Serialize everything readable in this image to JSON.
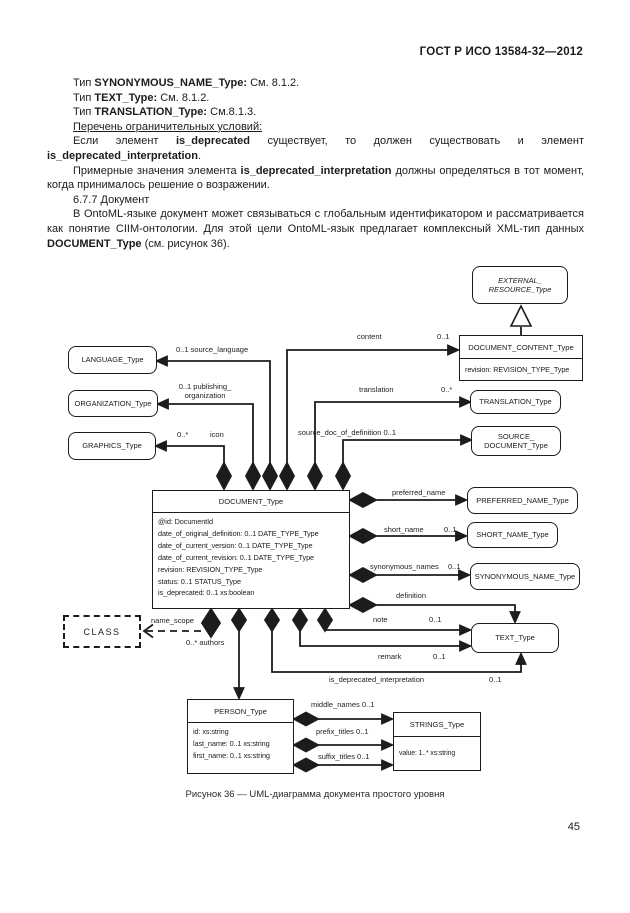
{
  "colors": {
    "ink": "#1c1c1c",
    "paper": "#ffffff"
  },
  "header": "ГОСТ Р ИСО 13584-32—2012",
  "page_number": "45",
  "caption": "Рисунок 36 — UML-диаграмма документа простого уровня",
  "text": {
    "paragraphs": [
      {
        "segs": [
          {
            "t": "Тип "
          },
          {
            "t": "SYNONYMOUS_NAME_Type:",
            "b": true
          },
          {
            "t": " См. 8.1.2."
          }
        ]
      },
      {
        "segs": [
          {
            "t": "Тип "
          },
          {
            "t": "TEXT_Type:",
            "b": true
          },
          {
            "t": " См. 8.1.2."
          }
        ]
      },
      {
        "segs": [
          {
            "t": "Тип "
          },
          {
            "t": "TRANSLATION_Type:",
            "b": true
          },
          {
            "t": " См.8.1.3."
          }
        ]
      },
      {
        "segs": [
          {
            "t": "Перечень ограничительных условий:",
            "u": true
          }
        ]
      },
      {
        "segs": [
          {
            "t": "Если элемент "
          },
          {
            "t": "is_deprecated",
            "b": true
          },
          {
            "t": " существует, то должен существовать и элемент "
          },
          {
            "t": "is_deprecated_interpretation",
            "b": true
          },
          {
            "t": "."
          }
        ]
      },
      {
        "segs": [
          {
            "t": "Примерные значения элемента "
          },
          {
            "t": "is_deprecated_interpretation",
            "b": true
          },
          {
            "t": " должны определяться в тот момент, когда принималось решение о возражении."
          }
        ]
      },
      {
        "segs": [
          {
            "t": "6.7.7 Документ"
          }
        ]
      },
      {
        "segs": [
          {
            "t": "В OntoML-языке документ может связываться с глобальным идентификатором и рассматривается как понятие CIIM-онтологии. Для этой цели OntoML-язык предлагает комплексный XML-тип данных "
          },
          {
            "t": "DOCUMENT_Type",
            "b": true
          },
          {
            "t": " (см. рисунок 36)."
          }
        ]
      }
    ]
  },
  "diagram": {
    "boxes": {
      "external_resource": {
        "title": "EXTERNAL_\nRESOURCE_Type"
      },
      "document_content": {
        "title": "DOCUMENT_CONTENT_Type",
        "attrs": "revision: REVISION_TYPE_Type"
      },
      "language": {
        "title": "LANGUAGE_Type"
      },
      "organization": {
        "title": "ORGANIZATION_Type"
      },
      "graphics": {
        "title": "GRAPHICS_Type"
      },
      "translation": {
        "title": "TRANSLATION_Type"
      },
      "source_document": {
        "title": "SOURCE_\nDOCUMENT_Type"
      },
      "document": {
        "title": "DOCUMENT_Type",
        "attrs": "@id: DocumentId\ndate_of_original_definition: 0..1 DATE_TYPE_Type\ndate_of_current_version: 0..1 DATE_TYPE_Type\ndate_of_current_revision: 0..1 DATE_TYPE_Type\nrevision: REVISION_TYPE_Type\nstatus: 0..1 STATUS_Type\nis_deprecated: 0..1 xs:boolean"
      },
      "preferred_name": {
        "title": "PREFERRED_NAME_Type"
      },
      "short_name": {
        "title": "SHORT_NAME_Type"
      },
      "synonymous_name": {
        "title": "SYNONYMOUS_NAME_Type"
      },
      "text_type": {
        "title": "TEXT_Type"
      },
      "class": {
        "title": "CLASS"
      },
      "person": {
        "title": "PERSON_Type",
        "attrs": "id: xs:string\nlast_name: 0..1 xs:string\nfirst_name: 0..1 xs:string"
      },
      "strings": {
        "title": "STRINGS_Type",
        "attrs": "value: 1..* xs:string"
      }
    },
    "labels": {
      "source_language": "0..1  source_language",
      "publishing_organization": "0..1 publishing_\norganization",
      "icon_mult": "0..*",
      "icon": "icon",
      "content": "content",
      "content_mult": "0..1",
      "translation": "translation",
      "translation_mult": "0..*",
      "source_doc_of_definition": "source_doc_of_definition 0..1",
      "preferred_name": "preferred_name",
      "short_name": "short_name",
      "short_name_mult": "0..1",
      "synonymous_names": "synonymous_names",
      "synonymous_names_mult": "0..1",
      "definition": "definition",
      "note": "note",
      "note_mult": "0..1",
      "remark": "remark",
      "remark_mult": "0..1",
      "is_deprecated_interpretation": "is_deprecated_interpretation",
      "is_deprecated_interpretation_mult": "0..1",
      "name_scope": "name_scope",
      "authors": "0..*  authors",
      "middle_names": "middle_names 0..1",
      "prefix_titles": "prefix_titles 0..1",
      "suffix_titles": "suffix_titles 0..1"
    }
  }
}
